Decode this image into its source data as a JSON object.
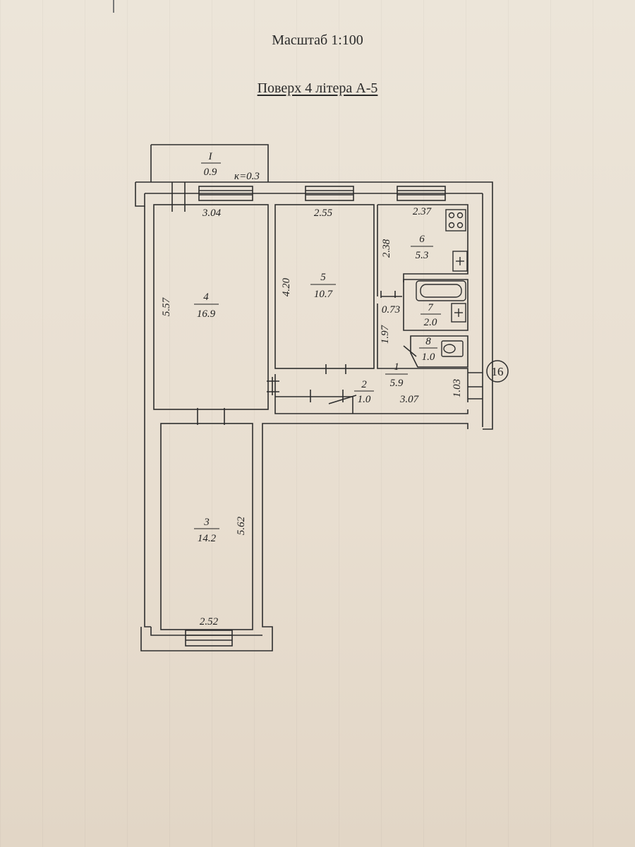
{
  "header": {
    "scale": "Масштаб 1:100",
    "floor": "Поверх 4 літера А-5"
  },
  "rooms": {
    "balcony": {
      "num": "I",
      "area": "0.9",
      "coef": "к=0.3"
    },
    "r1": {
      "num": "1",
      "area": "5.9"
    },
    "r2": {
      "num": "2",
      "area": "1.0"
    },
    "r3": {
      "num": "3",
      "area": "14.2"
    },
    "r4": {
      "num": "4",
      "area": "16.9"
    },
    "r5": {
      "num": "5",
      "area": "10.7"
    },
    "r6": {
      "num": "6",
      "area": "5.3"
    },
    "r7": {
      "num": "7",
      "area": "2.0"
    },
    "r8": {
      "num": "8",
      "area": "1.0"
    }
  },
  "dimensions": {
    "r4_width": "3.04",
    "r4_length": "5.57",
    "r5_width": "2.55",
    "r5_length": "4.20",
    "r6_width": "2.37",
    "r6_length": "2.38",
    "bath_width": "0.73",
    "corridor_height": "1.97",
    "hall_length": "3.07",
    "hall_width": "1.03",
    "r3_width": "2.52",
    "r3_length": "5.62"
  },
  "marker": "16"
}
